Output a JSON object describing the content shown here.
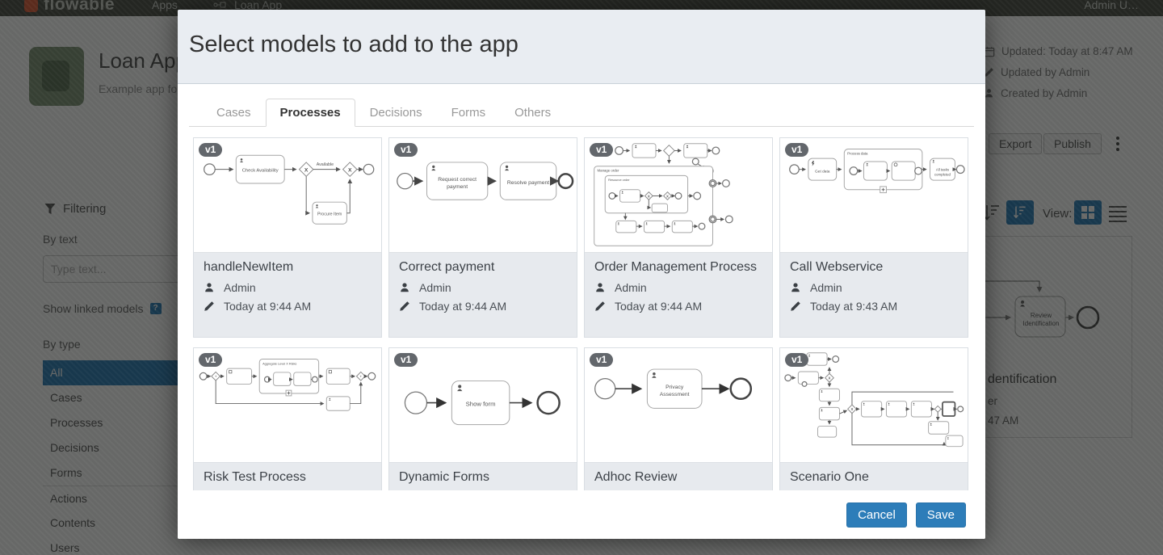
{
  "topbar": {
    "brand": "flowable",
    "nav_apps": "Apps",
    "nav_current": "Loan App",
    "user": "Admin U…"
  },
  "page": {
    "app_title": "Loan App",
    "app_subtitle": "Example app fo",
    "meta_updated": "Updated: Today at 8:47 AM",
    "meta_updated_by": "Updated by Admin",
    "meta_created_by": "Created by Admin",
    "export_label": "Export",
    "publish_label": "Publish",
    "view_label": "View:",
    "filter": {
      "title": "Filtering",
      "by_text": "By text",
      "text_placeholder": "Type text...",
      "linked_models": "Show linked models",
      "by_type": "By type",
      "types": [
        "All",
        "Cases",
        "Processes",
        "Decisions",
        "Forms",
        "Actions",
        "Contents",
        "Users"
      ],
      "selected_type": "All"
    },
    "bg_card": {
      "task_line1": "Review",
      "task_line2": "Identification",
      "title_fragment": "dentification",
      "line2_fragment": "er",
      "line3_fragment": "47 AM"
    }
  },
  "modal": {
    "title": "Select models to add to the app",
    "tabs": [
      "Cases",
      "Processes",
      "Decisions",
      "Forms",
      "Others"
    ],
    "active_tab": "Processes",
    "cancel": "Cancel",
    "save": "Save",
    "cards": [
      {
        "version": "v1",
        "title": "handleNewItem",
        "author": "Admin",
        "updated": "Today at 9:44 AM",
        "labels": {
          "t1": "Check Availability",
          "t2": "Available",
          "t3": "Procure Item"
        }
      },
      {
        "version": "v1",
        "title": "Correct payment",
        "author": "Admin",
        "updated": "Today at 9:44 AM",
        "labels": {
          "t1a": "Request correct",
          "t1b": "payment",
          "t2": "Resolve payment"
        }
      },
      {
        "version": "v1",
        "title": "Order Management Process",
        "author": "Admin",
        "updated": "Today at 9:44 AM",
        "labels": {
          "t1": "Manage order",
          "t2": "Resource order"
        }
      },
      {
        "version": "v1",
        "title": "Call Webservice",
        "author": "Admin",
        "updated": "Today at 9:43 AM",
        "labels": {
          "t1": "Get data",
          "t2": "Process data",
          "t3a": "All tasks",
          "t3b": "completed"
        }
      },
      {
        "version": "v1",
        "title": "Risk Test Process",
        "author": "",
        "updated": "",
        "labels": {
          "t1": "Aggregate Level X Risks"
        }
      },
      {
        "version": "v1",
        "title": "Dynamic Forms",
        "author": "",
        "updated": "",
        "labels": {
          "t1": "Show form"
        }
      },
      {
        "version": "v1",
        "title": "Adhoc Review",
        "author": "",
        "updated": "",
        "labels": {
          "t1a": "Privacy",
          "t1b": "Assessment"
        }
      },
      {
        "version": "v1",
        "title": "Scenario One",
        "author": "",
        "updated": "",
        "labels": {}
      }
    ]
  }
}
